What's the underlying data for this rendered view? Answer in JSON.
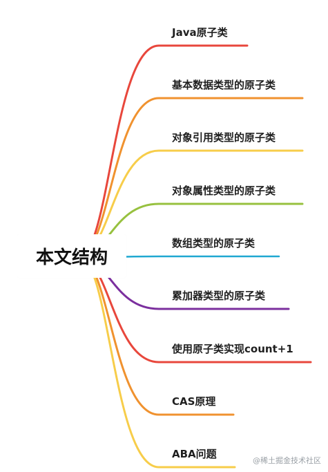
{
  "root": {
    "label": "本文结构"
  },
  "branches": [
    {
      "label": "Java原子类",
      "color": "#e8473c"
    },
    {
      "label": "基本数据类型的原子类",
      "color": "#f0922f"
    },
    {
      "label": "对象引用类型的原子类",
      "color": "#f7cd4a"
    },
    {
      "label": "对象属性类型的原子类",
      "color": "#97c13f"
    },
    {
      "label": "数组类型的原子类",
      "color": "#1fa8d1"
    },
    {
      "label": "累加器类型的原子类",
      "color": "#7b2f9e"
    },
    {
      "label": "使用原子类实现count+1",
      "color": "#e8473c"
    },
    {
      "label": "CAS原理",
      "color": "#f0922f"
    },
    {
      "label": "ABA问题",
      "color": "#f7cd4a"
    }
  ],
  "watermark": {
    "text": "@稀土掘金技术社区"
  }
}
